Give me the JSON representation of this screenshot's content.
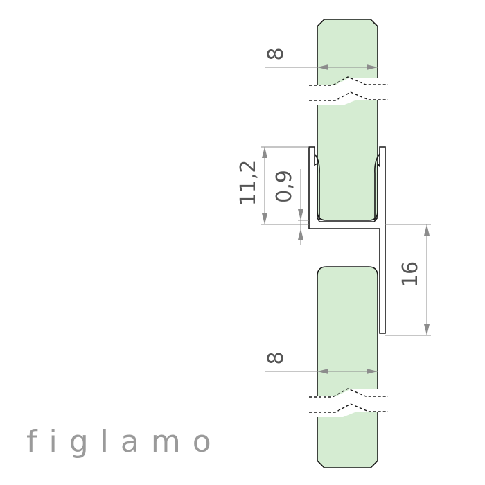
{
  "dimensions": {
    "upper_glass_thickness": "8",
    "lower_glass_thickness": "8",
    "profile_height": "11,2",
    "gap": "0,9",
    "fin_length": "16"
  },
  "brand": {
    "text": "figlamo"
  },
  "colors": {
    "glass_fill": "#d5ecd2",
    "outline": "#1a1a1a",
    "dimension_lines": "#8c8c8c",
    "brand_text": "#9a9a9a"
  }
}
